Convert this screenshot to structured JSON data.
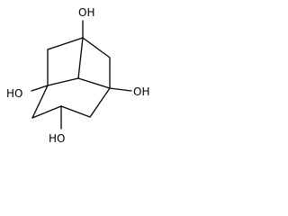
{
  "molecule": {
    "labels": {
      "oh_top": "OH",
      "oh_left": "HO",
      "oh_right": "OH",
      "oh_bottom": "HO"
    }
  }
}
